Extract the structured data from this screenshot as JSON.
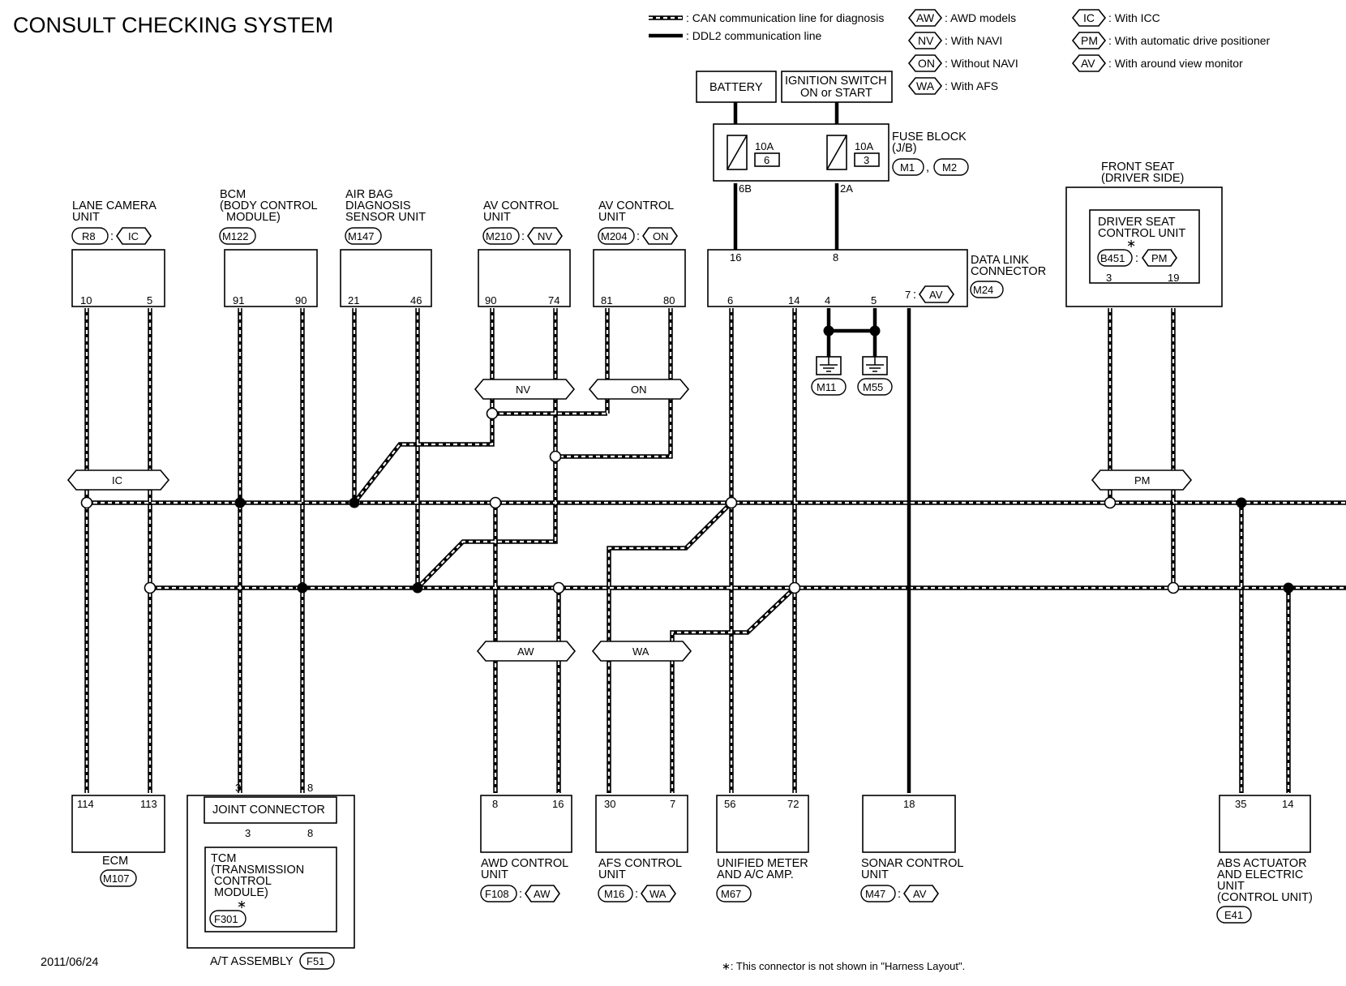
{
  "title": "CONSULT CHECKING SYSTEM",
  "date": "2011/06/24",
  "footnote": "∗: This connector is not shown in \"Harness Layout\".",
  "legend": {
    "can_line": ": CAN communication line for diagnosis",
    "ddl2_line": ": DDL2 communication line",
    "options": [
      {
        "code": "AW",
        "desc": ": AWD models"
      },
      {
        "code": "NV",
        "desc": ": With NAVI"
      },
      {
        "code": "ON",
        "desc": ": Without NAVI"
      },
      {
        "code": "WA",
        "desc": ": With AFS"
      },
      {
        "code": "IC",
        "desc": ": With ICC"
      },
      {
        "code": "PM",
        "desc": ": With automatic drive positioner"
      },
      {
        "code": "AV",
        "desc": ": With around view monitor"
      }
    ]
  },
  "power": {
    "battery": "BATTERY",
    "ignition_l1": "IGNITION SWITCH",
    "ignition_l2": "ON or START",
    "fuse_block_l1": "FUSE BLOCK",
    "fuse_block_l2": "(J/B)",
    "fuse_conn_1": "M1",
    "fuse_conn_2": "M2",
    "fuse_comma": ",",
    "fuse_a": {
      "amp": "10A",
      "num": "6",
      "term": "6B"
    },
    "fuse_b": {
      "amp": "10A",
      "num": "3",
      "term": "2A"
    }
  },
  "top_units": {
    "lane_camera": {
      "l1": "LANE CAMERA",
      "l2": "UNIT",
      "conn": "R8",
      "opt": "IC",
      "pins": [
        "10",
        "5"
      ]
    },
    "bcm": {
      "l1": "BCM",
      "l2": "(BODY CONTROL",
      "l3": "MODULE)",
      "conn": "M122",
      "pins": [
        "91",
        "90"
      ]
    },
    "airbag": {
      "l1": "AIR BAG",
      "l2": "DIAGNOSIS",
      "l3": "SENSOR UNIT",
      "conn": "M147",
      "pins": [
        "21",
        "46"
      ]
    },
    "av_nv": {
      "l1": "AV CONTROL",
      "l2": "UNIT",
      "conn": "M210",
      "opt": "NV",
      "pins": [
        "90",
        "74"
      ]
    },
    "av_on": {
      "l1": "AV CONTROL",
      "l2": "UNIT",
      "conn": "M204",
      "opt": "ON",
      "pins": [
        "81",
        "80"
      ]
    },
    "dlc": {
      "l1": "DATA LINK",
      "l2": "CONNECTOR",
      "conn": "M24",
      "top_pins": [
        "16",
        "8"
      ],
      "pins": [
        "6",
        "14",
        "4",
        "5"
      ],
      "pin7": "7",
      "pin7_opt": "AV"
    },
    "front_seat": {
      "l1": "FRONT SEAT",
      "l2": "(DRIVER SIDE)",
      "inner_l1": "DRIVER SEAT",
      "inner_l2": "CONTROL UNIT",
      "conn": "B451",
      "opt": "PM",
      "pins": [
        "3",
        "19"
      ]
    }
  },
  "grounds": [
    "M11",
    "M55"
  ],
  "option_bars": {
    "nv": "NV",
    "on": "ON",
    "ic": "IC",
    "pm": "PM",
    "aw": "AW",
    "wa": "WA"
  },
  "bottom_units": {
    "ecm": {
      "l1": "ECM",
      "conn": "M107",
      "pins": [
        "114",
        "113"
      ]
    },
    "at_assembly": {
      "label": "A/T ASSEMBLY",
      "conn": "F51",
      "joint": "JOINT CONNECTOR",
      "joint_pins": [
        "3",
        "8"
      ],
      "tcm_pins": [
        "3",
        "8"
      ],
      "tcm_l1": "TCM",
      "tcm_l2": "(TRANSMISSION",
      "tcm_l3": "CONTROL",
      "tcm_l4": "MODULE)",
      "tcm_conn": "F301"
    },
    "awd": {
      "l1": "AWD CONTROL",
      "l2": "UNIT",
      "conn": "F108",
      "opt": "AW",
      "pins": [
        "8",
        "16"
      ]
    },
    "afs": {
      "l1": "AFS CONTROL",
      "l2": "UNIT",
      "conn": "M16",
      "opt": "WA",
      "pins": [
        "30",
        "7"
      ]
    },
    "meter": {
      "l1": "UNIFIED METER",
      "l2": "AND A/C AMP.",
      "conn": "M67",
      "pins": [
        "56",
        "72"
      ]
    },
    "sonar": {
      "l1": "SONAR CONTROL",
      "l2": "UNIT",
      "conn": "M47",
      "opt": "AV",
      "pins": [
        "18"
      ]
    },
    "abs": {
      "l1": "ABS ACTUATOR",
      "l2": "AND ELECTRIC",
      "l3": "UNIT",
      "l4": "(CONTROL UNIT)",
      "conn": "E41",
      "pins": [
        "35",
        "14"
      ]
    }
  },
  "colon": ":",
  "star": "∗"
}
